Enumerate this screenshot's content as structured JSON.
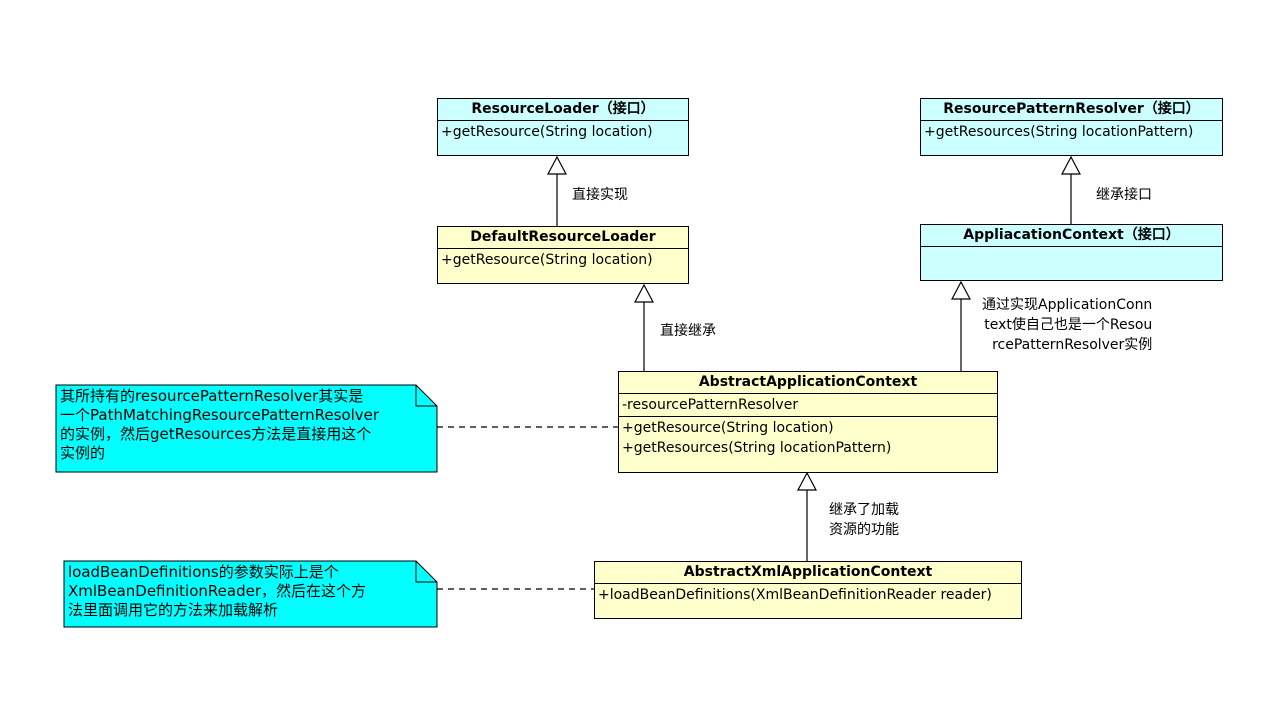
{
  "classes": {
    "resource_loader": {
      "name": "ResourceLoader（接口）",
      "methods": [
        "+getResource(String location)"
      ]
    },
    "resource_pattern_resolver": {
      "name": "ResourcePatternResolver（接口）",
      "methods": [
        "+getResources(String locationPattern)"
      ]
    },
    "default_resource_loader": {
      "name": "DefaultResourceLoader",
      "methods": [
        "+getResource(String location)"
      ]
    },
    "application_context": {
      "name": "AppliacationContext（接口）"
    },
    "abstract_application_context": {
      "name": "AbstractApplicationContext",
      "attributes": [
        "-resourcePatternResolver"
      ],
      "methods": [
        "+getResource(String location)",
        "+getResources(String locationPattern)"
      ]
    },
    "abstract_xml_application_context": {
      "name": "AbstractXmlApplicationContext",
      "methods": [
        "+loadBeanDefinitions(XmlBeanDefinitionReader reader)"
      ]
    }
  },
  "relation_labels": {
    "implements_direct": "直接实现",
    "inherits_interface": "继承接口",
    "inherits_direct": "直接继承",
    "implements_application_context": [
      "通过实现ApplicationConn",
      "text使自己也是一个Resou",
      "rcePatternResolver实例"
    ],
    "inherits_loading": [
      "继承了加载",
      "资源的功能"
    ]
  },
  "notes": {
    "resource_pattern_resolver_note": [
      "其所持有的resourcePatternResolver其实是",
      "一个PathMatchingResourcePatternResolver",
      "的实例，然后getResources方法是直接用这个",
      "实例的"
    ],
    "load_bean_definitions_note": [
      "loadBeanDefinitions的参数实际上是个",
      "XmlBeanDefinitionReader，然后在这个方",
      "法里面调用它的方法来加载解析"
    ]
  },
  "colors": {
    "interface_fill": "#ccffff",
    "class_fill": "#ffffcc",
    "note_fill": "#00ffff",
    "line": "#000000"
  }
}
